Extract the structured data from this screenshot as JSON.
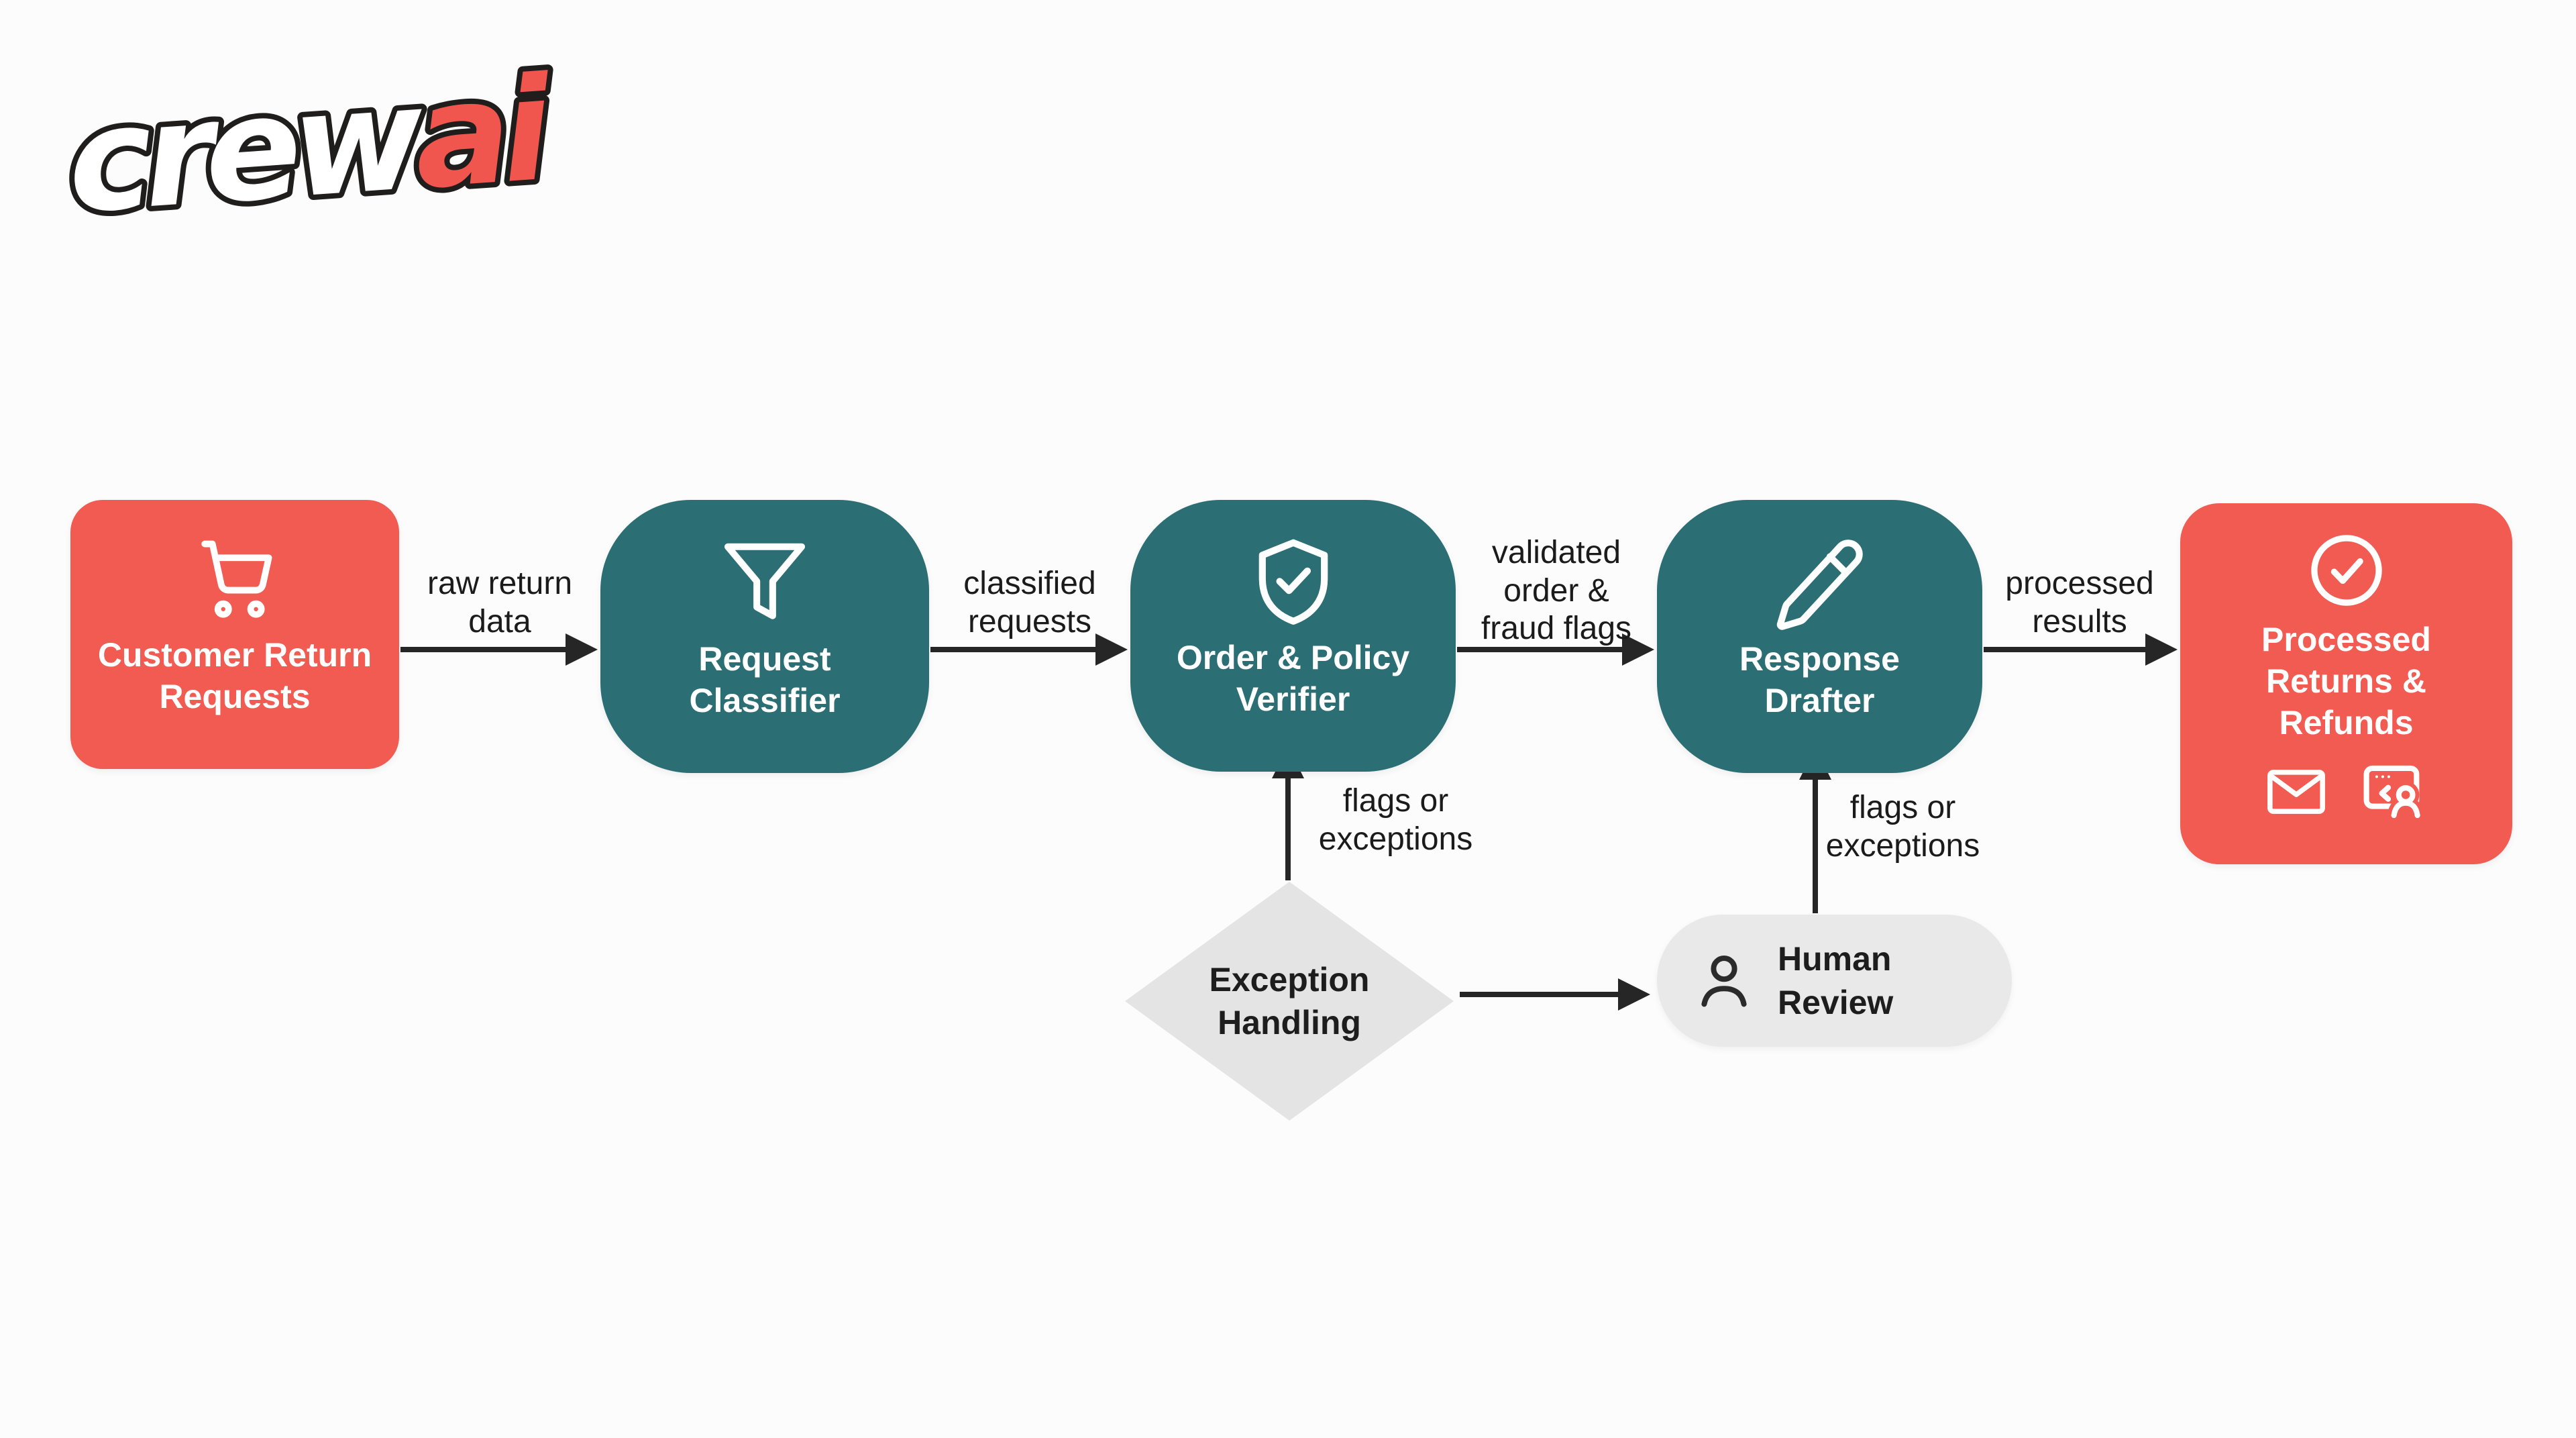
{
  "logo": {
    "part1": "crew",
    "part2": "ai",
    "part1_color": "#FFFFFF",
    "part2_color": "#F0564E",
    "outline_color": "#201D1D"
  },
  "colors": {
    "coral": "#F15B51",
    "teal": "#2B6E74",
    "diamond_gray": "#E4E4E4",
    "pill_gray": "#E9E9E9",
    "arrow": "#262626",
    "label_text": "#1B1B1B",
    "node_text": "#FFFFFF",
    "background": "#FCFCFC"
  },
  "nodes": {
    "customer_return_requests": {
      "label": "Customer Return Requests",
      "icon": "shopping-cart",
      "shape": "rounded-rect",
      "color": "#F15B51"
    },
    "request_classifier": {
      "label": "Request Classifier",
      "icon": "funnel",
      "shape": "squircle",
      "color": "#2B6E74"
    },
    "order_policy_verifier": {
      "label": "Order & Policy Verifier",
      "icon": "shield-check",
      "shape": "squircle",
      "color": "#2B6E74"
    },
    "response_drafter": {
      "label": "Response Drafter",
      "icon": "pencil",
      "shape": "squircle",
      "color": "#2B6E74"
    },
    "processed_returns_refunds": {
      "label": "Processed Returns & Refunds",
      "icons": [
        "check-circle",
        "envelope",
        "browser-user"
      ],
      "shape": "rounded-rect",
      "color": "#F15B51"
    },
    "exception_handling": {
      "label": "Exception Handling",
      "shape": "diamond",
      "color": "#E4E4E4"
    },
    "human_review": {
      "label": "Human Review",
      "icon": "person",
      "shape": "pill",
      "color": "#E9E9E9"
    }
  },
  "connections": [
    {
      "from": "customer_return_requests",
      "to": "request_classifier",
      "label": "raw return data"
    },
    {
      "from": "request_classifier",
      "to": "order_policy_verifier",
      "label": "classified requests"
    },
    {
      "from": "order_policy_verifier",
      "to": "response_drafter",
      "label": "validated order & fraud flags"
    },
    {
      "from": "response_drafter",
      "to": "processed_returns_refunds",
      "label": "processed results"
    },
    {
      "from": "exception_handling",
      "to": "order_policy_verifier",
      "label": "flags or exceptions"
    },
    {
      "from": "human_review",
      "to": "response_drafter",
      "label": "flags or exceptions"
    },
    {
      "from": "exception_handling",
      "to": "human_review",
      "label": ""
    }
  ]
}
